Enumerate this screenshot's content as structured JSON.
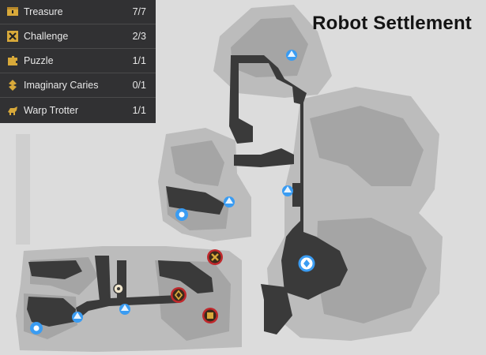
{
  "title": "Robot Settlement",
  "legend": [
    {
      "icon": "treasure-icon",
      "label": "Treasure",
      "count": "7/7"
    },
    {
      "icon": "challenge-icon",
      "label": "Challenge",
      "count": "2/3"
    },
    {
      "icon": "puzzle-icon",
      "label": "Puzzle",
      "count": "1/1"
    },
    {
      "icon": "imaginary-caries-icon",
      "label": "Imaginary Caries",
      "count": "0/1"
    },
    {
      "icon": "warp-trotter-icon",
      "label": "Warp Trotter",
      "count": "1/1"
    }
  ],
  "colors": {
    "legend_bg": "#222224",
    "legend_text": "#e8e8e8",
    "legend_icon_gold": "#d8a93a",
    "map_bg": "#dcdcdc",
    "area_fill": "#a8a8a8",
    "path_dark": "#3a3a3a",
    "marker_blue": "#3a9cf2",
    "marker_red": "#c0282c"
  }
}
